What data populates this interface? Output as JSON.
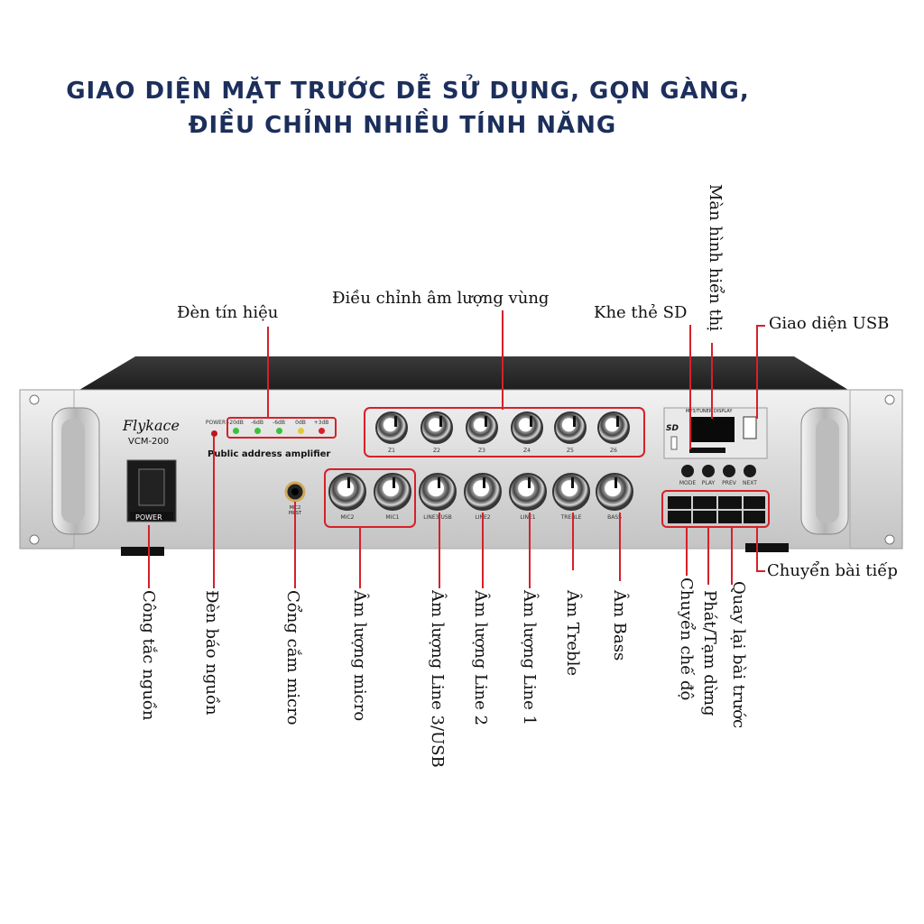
{
  "title": {
    "line1": "GIAO DIỆN MẶT TRƯỚC DỄ SỬ DỤNG, GỌN GÀNG,",
    "line2": "ĐIỀU CHỈNH NHIỀU TÍNH NĂNG"
  },
  "labels": {
    "signal_lights": "Đèn tín hiệu",
    "zone_volume": "Điều chỉnh âm lượng vùng",
    "sd_slot": "Khe thẻ SD",
    "display": "Màn hình hiển thị",
    "usb": "Giao diện USB",
    "next_track": "Chuyển bài tiếp",
    "power_switch": "Công tắc nguồn",
    "power_light": "Đèn báo nguồn",
    "mic_jack": "Cổng cắm micro",
    "mic_volume": "Âm lượng micro",
    "line3_usb_volume": "Âm lượng Line 3/USB",
    "line2_volume": "Âm lượng Line  2",
    "line1_volume": "Âm lượng Line 1",
    "treble": "Âm Treble",
    "bass": "Âm Bass",
    "mode": "Chuyển chế độ",
    "play_pause": "Phát/Tạm dừng",
    "prev_track": "Quay lại bài trước"
  },
  "device": {
    "brand": "Flykace",
    "model": "VCM-200",
    "panel_name": "Public address amplifier",
    "power_label": "POWER",
    "display_title": "MP3/TUNER DISPLAY",
    "sd_mark": "SD",
    "mic_jack_label": "MIC2 PRIST",
    "led_labels": [
      "POWER",
      "-20dB",
      "-6dB",
      "-6dB",
      "0dB",
      "+3dB"
    ],
    "zone_knobs": [
      "Z1",
      "Z2",
      "Z3",
      "Z4",
      "Z5",
      "Z6"
    ],
    "bottom_knobs": [
      "MIC2",
      "MIC1",
      "LINE3/USB",
      "LINE2",
      "LINE1",
      "TREBLE",
      "BASS"
    ],
    "player_buttons": [
      "MODE",
      "PLAY",
      "PREV",
      "NEXT"
    ]
  },
  "colors": {
    "title": "#1c2f5c",
    "callout": "#d6202a",
    "panel": "#d9d9d9"
  }
}
